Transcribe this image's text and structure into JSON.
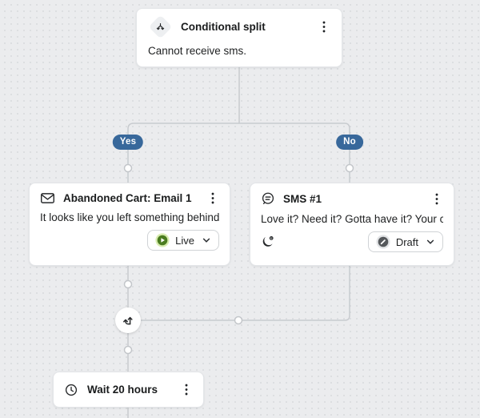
{
  "canvas": {
    "background": "#ebecee",
    "dot_color": "#d9dbde",
    "connector_color": "#c8cbcf"
  },
  "branch_labels": {
    "yes": "Yes",
    "no": "No",
    "pill_color": "#38689b"
  },
  "nodes": {
    "conditional_split": {
      "icon": "conditional-split-icon",
      "title": "Conditional split",
      "description": "Cannot receive sms.",
      "menu_icon": "kebab-menu-icon"
    },
    "email": {
      "icon": "email-envelope-icon",
      "title": "Abandoned Cart: Email 1",
      "description": "It looks like you left something behind...",
      "menu_icon": "kebab-menu-icon",
      "status": {
        "label": "Live",
        "icon": "live-status-icon",
        "color": "#4a7c1f",
        "halo_color": "#d8ecb0",
        "chevron_icon": "chevron-down-icon"
      }
    },
    "sms": {
      "icon": "sms-message-icon",
      "title": "SMS #1",
      "description": "Love it? Need it? Gotta have it? Your cart i...",
      "menu_icon": "kebab-menu-icon",
      "quiet_hours_icon": "moon-icon",
      "status": {
        "label": "Draft",
        "icon": "draft-status-icon",
        "color": "#55585b",
        "halo_color": "#e2e4e6",
        "chevron_icon": "chevron-down-icon"
      }
    },
    "merge": {
      "icon": "merge-arrows-icon"
    },
    "wait": {
      "icon": "clock-icon",
      "title": "Wait 20 hours",
      "menu_icon": "kebab-menu-icon"
    }
  }
}
